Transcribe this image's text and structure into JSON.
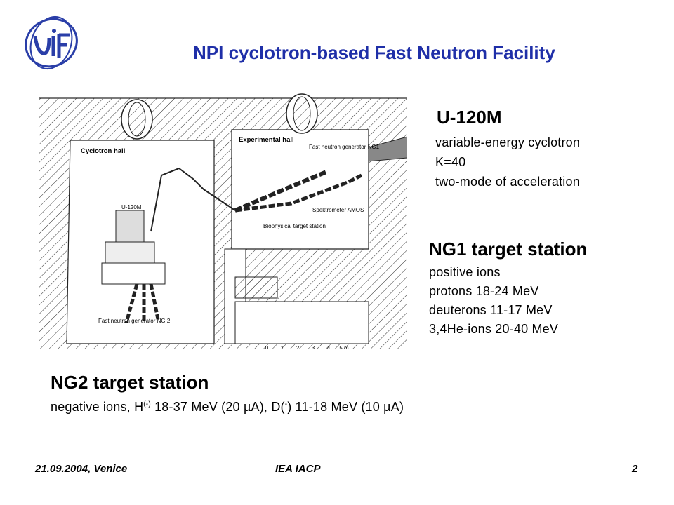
{
  "header": {
    "title": "NPI cyclotron-based Fast Neutron Facility"
  },
  "floorplan": {
    "labels": {
      "cyclotron_hall": "Cyclotron hall",
      "experimental_hall": "Experimental hall",
      "u120m": "U-120M",
      "ng1": "Fast neutron generator NG1",
      "ng2": "Fast neutron generator NG 2",
      "spectrometer": "Spektrometer AMOS",
      "biophysical": "Biophysical target station"
    },
    "scale": {
      "ticks": [
        "0",
        "1",
        "2",
        "3",
        "4",
        "5 m"
      ]
    }
  },
  "u120m": {
    "heading": "U-120M",
    "lines": [
      "variable-energy cyclotron",
      "K=40",
      "two-mode of acceleration"
    ]
  },
  "ng1": {
    "heading": "NG1 target station",
    "lines": [
      "positive ions",
      "protons 18-24 MeV",
      "deuterons 11-17 MeV",
      "3,4He-ions 20-40 MeV"
    ]
  },
  "ng2": {
    "heading": "NG2 target station",
    "line_a": "negative ions, H",
    "sup_a": "(-)",
    "line_b": " 18-37 MeV (20 µA), D(",
    "sup_b": "-",
    "line_c": ") 11-18 MeV (10 µA)"
  },
  "footer": {
    "date_place": "21.09.2004, Venice",
    "event": "IEA IACP",
    "page": "2"
  },
  "colors": {
    "title": "#1f2fa8",
    "logo": "#2a3ea8"
  }
}
